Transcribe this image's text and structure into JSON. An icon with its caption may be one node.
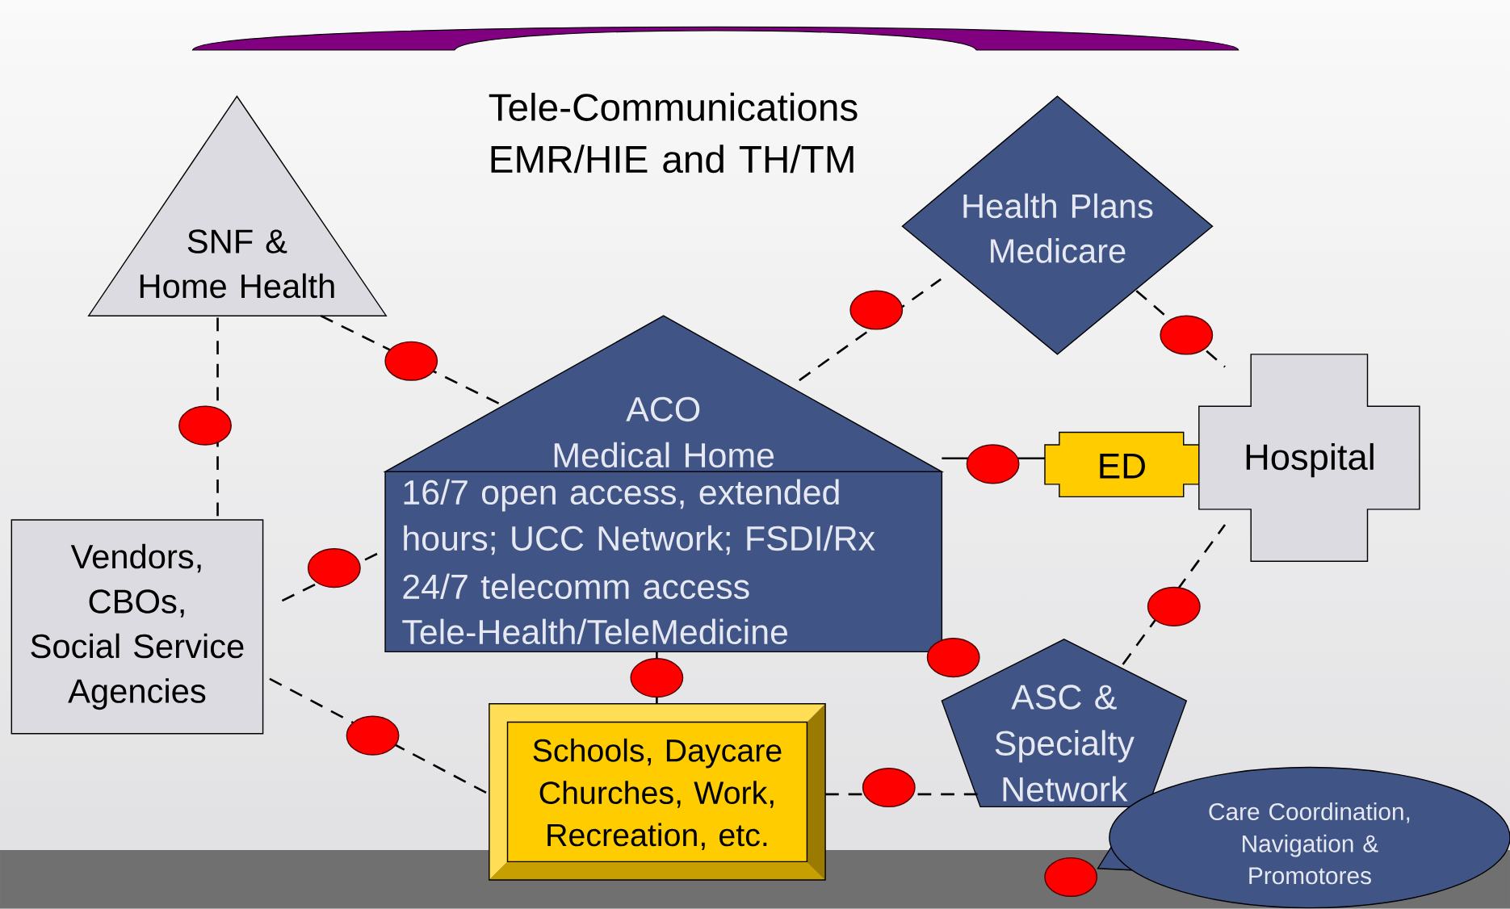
{
  "diagram": {
    "title": "Tele-Communications EMR/HIE and TH/TM",
    "nodes": [
      {
        "text": [
          "SNF & Home Health"
        ]
      },
      {
        "text": [
          "Health Plans Medicare"
        ]
      },
      {
        "text": [
          "ACO Medical Home",
          "16/7 open access, extended hours; UCC Network; FSDI/Rx",
          "24/7 telecomm access",
          "Tele-Health/TeleMedicine"
        ]
      },
      {
        "text": [
          "ED"
        ]
      },
      {
        "text": [
          "Hospital"
        ]
      },
      {
        "text": [
          "Vendors, CBOs, Social Service Agencies"
        ]
      },
      {
        "text": [
          "Schools, Daycare Churches, Work, Recreation, etc."
        ]
      },
      {
        "text": [
          "ASC & Specialty Network"
        ]
      },
      {
        "text": [
          "Care Coordination, Navigation & Promotores"
        ]
      }
    ],
    "edges": [
      {
        "from": 0,
        "to": 5,
        "arrow": "none",
        "style": "dashed"
      },
      {
        "from": 0,
        "to": 2,
        "arrow": "none",
        "style": "dashed"
      },
      {
        "from": 2,
        "to": 1,
        "arrow": "none",
        "style": "dashed"
      },
      {
        "from": 1,
        "to": 4,
        "arrow": "none",
        "style": "dashed"
      },
      {
        "from": 2,
        "to": 3,
        "arrow": "none"
      },
      {
        "from": 5,
        "to": 2,
        "arrow": "none",
        "style": "dashed"
      },
      {
        "from": 5,
        "to": 6,
        "arrow": "none",
        "style": "dashed"
      },
      {
        "from": 2,
        "to": 6,
        "arrow": "none"
      },
      {
        "from": 6,
        "to": 7,
        "arrow": "none",
        "style": "dashed"
      },
      {
        "from": 7,
        "to": 4,
        "arrow": "none",
        "style": "dashed"
      }
    ]
  }
}
